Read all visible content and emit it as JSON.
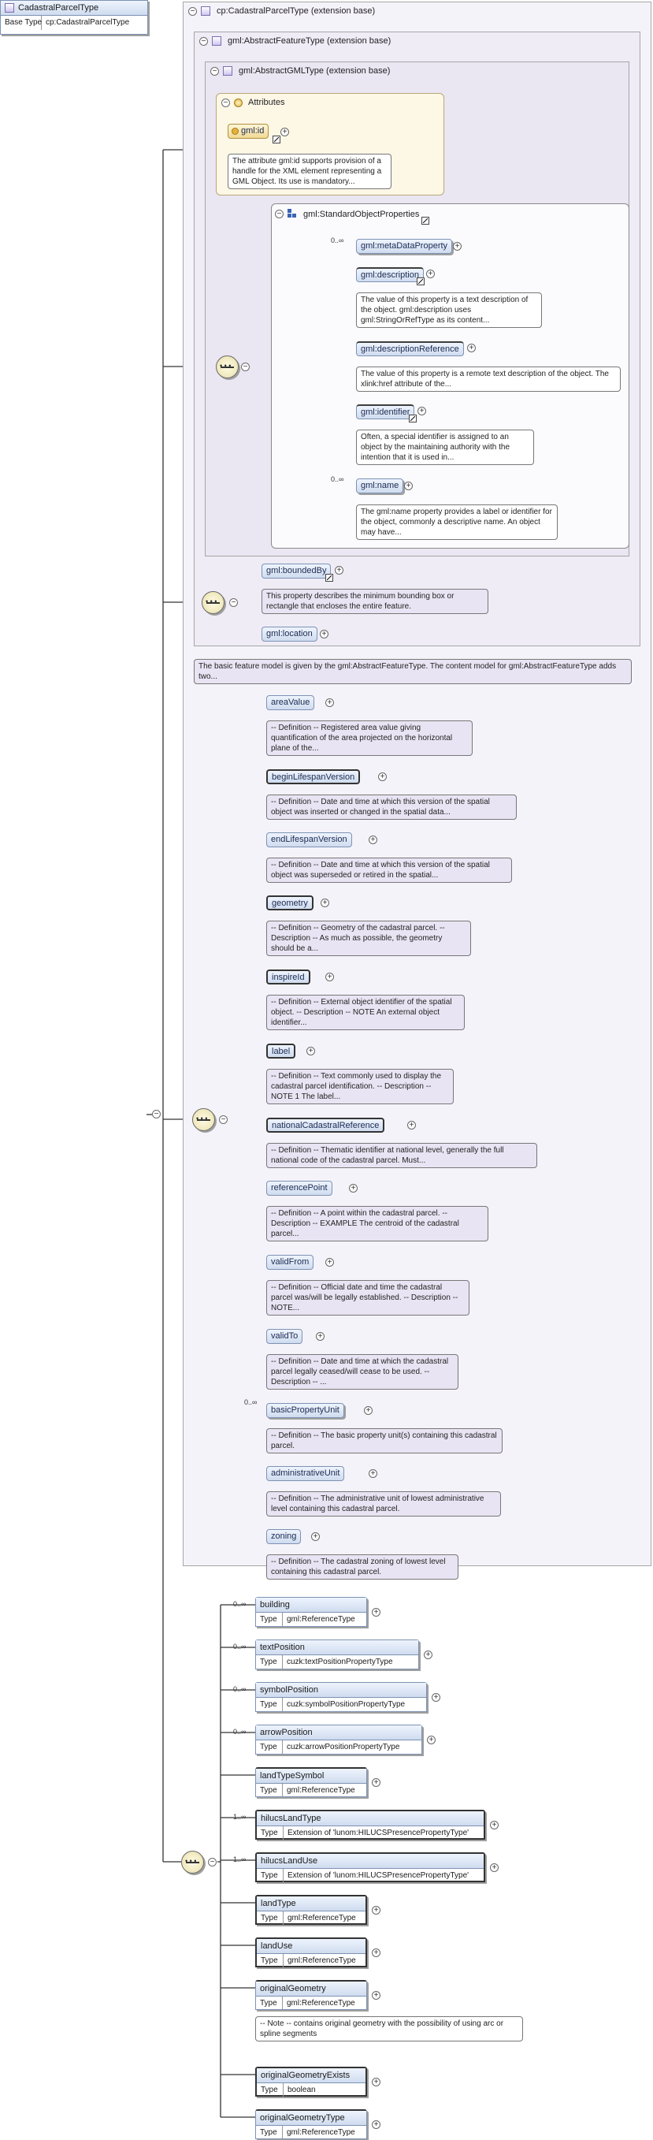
{
  "root": {
    "name": "CadastralParcelType",
    "base_label": "Base Type",
    "base_value": "cp:CadastralParcelType"
  },
  "frames": {
    "cp_base": "cp:CadastralParcelType (extension base)",
    "feature_base": "gml:AbstractFeatureType (extension base)",
    "gml_base": "gml:AbstractGMLType (extension base)",
    "attributes": "Attributes",
    "standard_props": "gml:StandardObjectProperties"
  },
  "gml_id": {
    "name": "gml:id",
    "note": "The attribute gml:id supports provision of a handle for the XML element representing a GML Object. Its use is mandatory..."
  },
  "standard_elements": [
    {
      "name": "gml:metaDataProperty",
      "mult": "0..∞",
      "note": ""
    },
    {
      "name": "gml:description",
      "mult": "",
      "note": "The value of this property is a text description of the object. gml:description uses gml:StringOrRefType as its content..."
    },
    {
      "name": "gml:descriptionReference",
      "mult": "",
      "note": "The value of this property is a remote text description of the object. The xlink:href attribute of the..."
    },
    {
      "name": "gml:identifier",
      "mult": "",
      "note": "Often, a special identifier is assigned to an object by the maintaining authority with the intention that it is used in..."
    },
    {
      "name": "gml:name",
      "mult": "0..∞",
      "note": "The gml:name property provides a label or identifier for the object, commonly a descriptive name. An object may have..."
    }
  ],
  "feature_elements": [
    {
      "name": "gml:boundedBy",
      "note": "This property describes the minimum bounding box or rectangle that encloses the entire feature."
    },
    {
      "name": "gml:location",
      "note": ""
    }
  ],
  "feature_note": "The basic feature model is given by the gml:AbstractFeatureType. The content model for gml:AbstractFeatureType adds two...",
  "cp_elements": [
    {
      "name": "areaValue",
      "mult": "",
      "note": "-- Definition -- Registered area value giving quantification of the area projected on the horizontal plane of the..."
    },
    {
      "name": "beginLifespanVersion",
      "mult": "",
      "note": "-- Definition -- Date and time at which this version of the spatial object was inserted or changed in the spatial data..."
    },
    {
      "name": "endLifespanVersion",
      "mult": "",
      "note": "-- Definition -- Date and time at which this version of the spatial object was superseded or retired in the spatial..."
    },
    {
      "name": "geometry",
      "mult": "",
      "note": "-- Definition -- Geometry of the cadastral parcel. -- Description -- As much as possible, the geometry should be a..."
    },
    {
      "name": "inspireId",
      "mult": "",
      "note": "-- Definition -- External object identifier of the spatial object. -- Description -- NOTE An external object identifier..."
    },
    {
      "name": "label",
      "mult": "",
      "note": "-- Definition -- Text commonly used to display the cadastral parcel identification. -- Description -- NOTE 1 The label..."
    },
    {
      "name": "nationalCadastralReference",
      "mult": "",
      "note": "-- Definition -- Thematic identifier at national level, generally the full national code of the cadastral parcel. Must..."
    },
    {
      "name": "referencePoint",
      "mult": "",
      "note": "-- Definition -- A point within the cadastral parcel. -- Description -- EXAMPLE The centroid of the cadastral parcel..."
    },
    {
      "name": "validFrom",
      "mult": "",
      "note": "-- Definition -- Official date and time the cadastral parcel was/will be legally established. -- Description -- NOTE..."
    },
    {
      "name": "validTo",
      "mult": "",
      "note": "-- Definition -- Date and time at which the cadastral parcel legally ceased/will cease to be used. -- Description -- ..."
    },
    {
      "name": "basicPropertyUnit",
      "mult": "0..∞",
      "note": "-- Definition -- The basic property unit(s) containing this cadastral parcel."
    },
    {
      "name": "administrativeUnit",
      "mult": "",
      "note": "-- Definition -- The administrative unit of lowest administrative level containing this cadastral parcel."
    },
    {
      "name": "zoning",
      "mult": "",
      "note": "-- Definition -- The cadastral zoning of lowest level containing this cadastral parcel."
    }
  ],
  "ext_elements": [
    {
      "name": "building",
      "mult": "0..∞",
      "type": "gml:ReferenceType",
      "note": ""
    },
    {
      "name": "textPosition",
      "mult": "0..∞",
      "type": "cuzk:textPositionPropertyType",
      "note": ""
    },
    {
      "name": "symbolPosition",
      "mult": "0..∞",
      "type": "cuzk:symbolPositionPropertyType",
      "note": ""
    },
    {
      "name": "arrowPosition",
      "mult": "0..∞",
      "type": "cuzk:arrowPositionPropertyType",
      "note": ""
    },
    {
      "name": "landTypeSymbol",
      "mult": "",
      "type": "gml:ReferenceType",
      "note": ""
    },
    {
      "name": "hilucsLandType",
      "mult": "1..∞",
      "type": "Extension of 'lunom:HILUCSPresencePropertyType'",
      "note": ""
    },
    {
      "name": "hilucsLandUse",
      "mult": "1..∞",
      "type": "Extension of 'lunom:HILUCSPresencePropertyType'",
      "note": ""
    },
    {
      "name": "landType",
      "mult": "",
      "type": "gml:ReferenceType",
      "note": ""
    },
    {
      "name": "landUse",
      "mult": "",
      "type": "gml:ReferenceType",
      "note": ""
    },
    {
      "name": "originalGeometry",
      "mult": "",
      "type": "gml:ReferenceType",
      "note": "-- Note -- contains original geometry with the possibility of using arc or spline segments"
    },
    {
      "name": "originalGeometryExists",
      "mult": "",
      "type": "boolean",
      "note": ""
    },
    {
      "name": "originalGeometryType",
      "mult": "",
      "type": "gml:ReferenceType",
      "note": ""
    }
  ],
  "type_label": "Type",
  "symbols": {
    "collapse": "−",
    "expand": "+"
  },
  "icons": {
    "sequence": "sequence-compositor-icon",
    "type": "complex-type-icon",
    "attribute": "attribute-icon",
    "reference": "reference-arrow-icon",
    "group": "group-icon"
  },
  "colors": {
    "element_fill": "#cfdcef",
    "note_fill": "#e9e4f3",
    "frame_fill": "#f5f3fa",
    "attributes_fill": "#fdf7e6"
  }
}
